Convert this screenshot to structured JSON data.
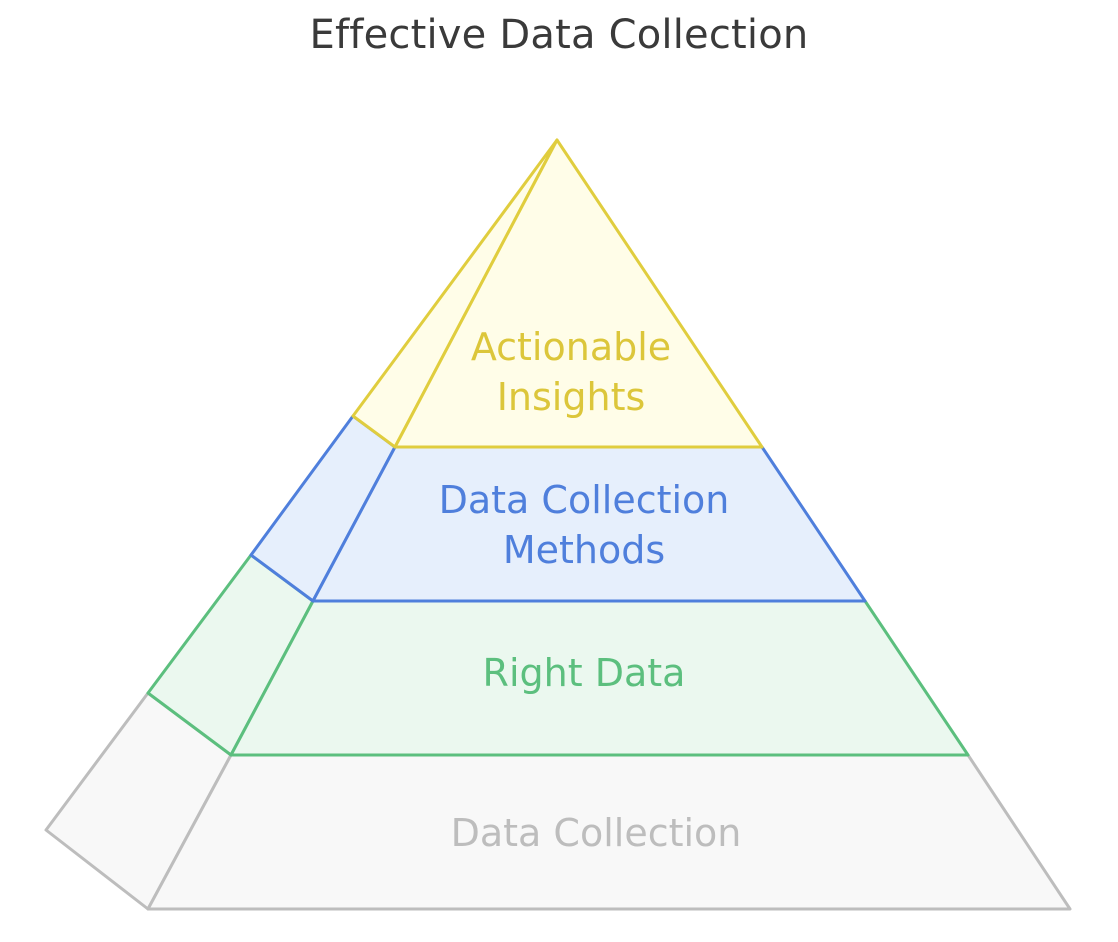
{
  "title": "Effective Data Collection",
  "tiers": [
    {
      "lines": [
        "Actionable",
        "Insights"
      ],
      "stroke": "#e0cd3e",
      "front_fill": "#fffde8",
      "side_fill": "#fffde8",
      "text_color": "#dcc63a"
    },
    {
      "lines": [
        "Data Collection",
        "Methods"
      ],
      "stroke": "#4f7fdc",
      "front_fill": "#e6effc",
      "side_fill": "#e6effc",
      "text_color": "#4f7fdc"
    },
    {
      "lines": [
        "Right Data"
      ],
      "stroke": "#5cbf7e",
      "front_fill": "#ebf8ef",
      "side_fill": "#ebf8ef",
      "text_color": "#5cbf7e"
    },
    {
      "lines": [
        "Data Collection"
      ],
      "stroke": "#bdbdbd",
      "front_fill": "#f8f8f8",
      "side_fill": "#f8f8f8",
      "text_color": "#bdbdbd"
    }
  ]
}
